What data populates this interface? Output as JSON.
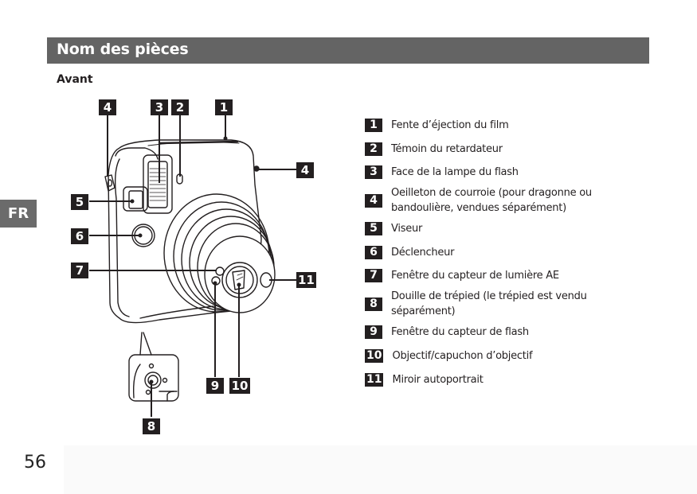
{
  "header": {
    "title": "Nom des pièces"
  },
  "section": {
    "subtitle": "Avant"
  },
  "side_tab": {
    "language": "FR"
  },
  "footer": {
    "page_number": "56"
  },
  "callouts": {
    "c1": "1",
    "c2": "2",
    "c3": "3",
    "c4a": "4",
    "c4b": "4",
    "c5": "5",
    "c6": "6",
    "c7": "7",
    "c8": "8",
    "c9": "9",
    "c10": "10",
    "c11": "11"
  },
  "legend": [
    {
      "number": "1",
      "label": "Fente d’éjection du film"
    },
    {
      "number": "2",
      "label": "Témoin du retardateur"
    },
    {
      "number": "3",
      "label": "Face de la lampe du flash"
    },
    {
      "number": "4",
      "label": "Oeilleton de courroie (pour dragonne ou",
      "label_line2": "bandoulière, vendues séparément)"
    },
    {
      "number": "5",
      "label": "Viseur"
    },
    {
      "number": "6",
      "label": "Déclencheur"
    },
    {
      "number": "7",
      "label": "Fenêtre du capteur de lumière AE"
    },
    {
      "number": "8",
      "label": "Douille de trépied (le trépied est vendu",
      "label_line2": "séparément)"
    },
    {
      "number": "9",
      "label": "Fenêtre du capteur de flash"
    },
    {
      "number": "10",
      "label": "Objectif/capuchon d’objectif"
    },
    {
      "number": "11",
      "label": "Miroir autoportrait"
    }
  ]
}
